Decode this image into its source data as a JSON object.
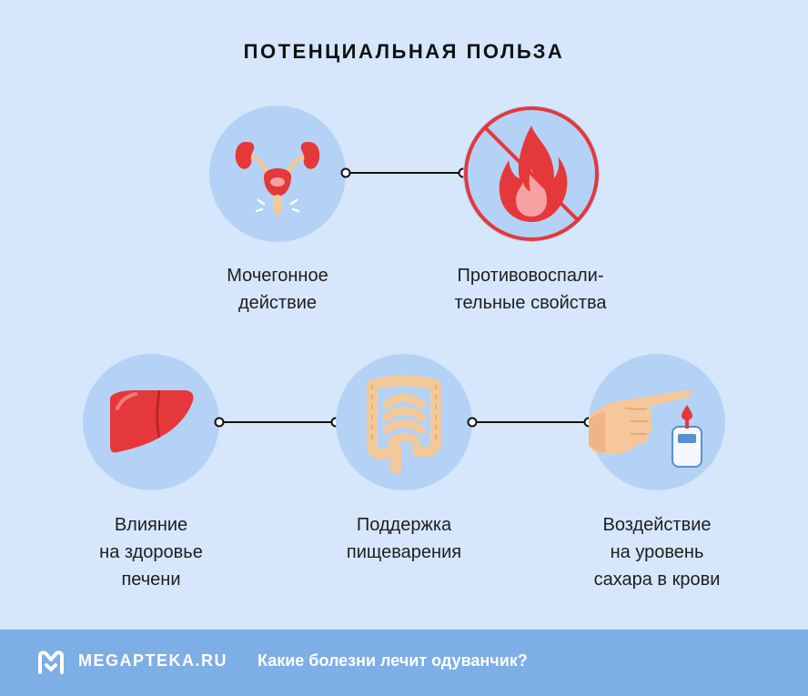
{
  "header": {
    "title": "ПОТЕНЦИАЛЬНАЯ ПОЛЬЗА"
  },
  "benefits": [
    {
      "icon": "kidneys-icon",
      "line1": "Мочегонное",
      "line2": "действие",
      "line3": ""
    },
    {
      "icon": "fire-crossed-icon",
      "line1": "Противовоспали-",
      "line2": "тельные свойства",
      "line3": ""
    },
    {
      "icon": "liver-icon",
      "line1": "Влияние",
      "line2": "на здоровье",
      "line3": "печени"
    },
    {
      "icon": "intestines-icon",
      "line1": "Поддержка",
      "line2": "пищеварения",
      "line3": ""
    },
    {
      "icon": "glucometer-hand-icon",
      "line1": "Воздействие",
      "line2": "на уровень",
      "line3": "сахара в крови"
    }
  ],
  "footer": {
    "brand": "MEGAPTEKA.RU",
    "link": "Какие болезни лечит одуванчик?"
  },
  "colors": {
    "background": "#d6e7fb",
    "circle": "#b3d2f6",
    "accent_red": "#e5383b",
    "footer": "#7daee6"
  }
}
